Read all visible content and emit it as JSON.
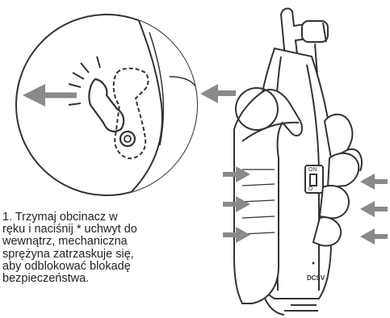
{
  "instruction": {
    "lines": [
      "1. Trzymaj obcinacz w",
      "ręku i naciśnij * uchwyt do",
      "wewnątrz, mechaniczna",
      "sprężyna zatrzaskuje się,",
      "aby odblokować blokadę",
      "bezpieczeństwa."
    ]
  },
  "device": {
    "switch_on_label": "ON",
    "switch_off_label": "O",
    "voltage_label": "DCSV"
  },
  "colors": {
    "line": "#333333",
    "arrow": "#888888",
    "text": "#222222"
  }
}
